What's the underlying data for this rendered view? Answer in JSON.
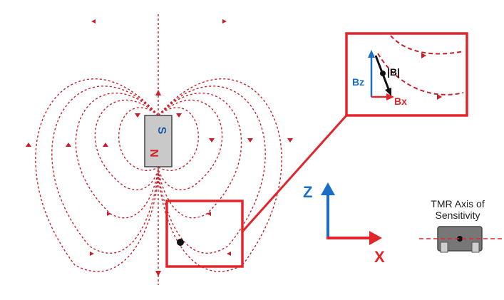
{
  "magnet": {
    "pole_top": "S",
    "pole_bottom": "N",
    "pole_top_color": "#1f5aa8",
    "pole_bottom_color": "#d2232a"
  },
  "colors": {
    "field_line": "#c8202a",
    "callout": "#e2252b",
    "axis_z": "#1a6fc4",
    "axis_x": "#e2252b",
    "magnet_fill": "#c9c9c9",
    "sensor_body": "#777777"
  },
  "inset": {
    "bz_label": "Bz",
    "bx_label": "Bx",
    "b_label": "|B|"
  },
  "axes": {
    "z_label": "Z",
    "x_label": "X"
  },
  "sensor": {
    "caption_line1": "TMR Axis of",
    "caption_line2": "Sensitivity"
  }
}
